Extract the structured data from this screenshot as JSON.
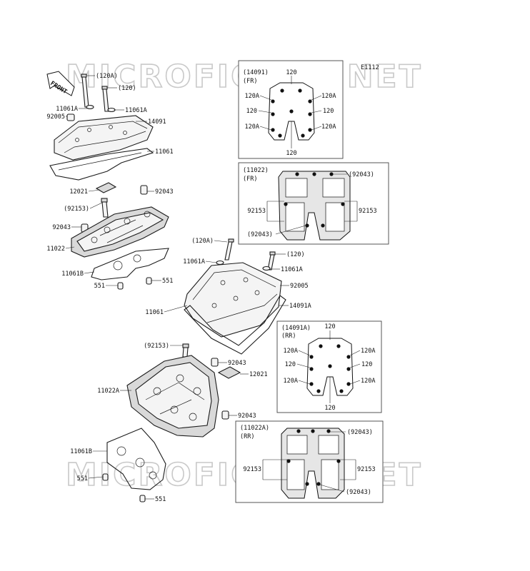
{
  "diagram_code": "E1112",
  "watermark": "MICROFICHES.NET",
  "front_arrow": "FRONT",
  "callouts_main": {
    "c120A_top": "(120A)",
    "c120_top": "(120)",
    "c11061A_l": "11061A",
    "c11061A_r": "11061A",
    "c92005_top": "92005",
    "c14091": "14091",
    "c11061_top": "11061",
    "c12021_top": "12021",
    "c92043_top": "92043",
    "c92153_top": "(92153)",
    "c92043_left": "92043",
    "c11022": "11022",
    "c11061B_top": "11061B",
    "c551_a": "551",
    "c551_b": "551",
    "c120A_mid": "(120A)",
    "c120_mid": "(120)",
    "c11061A_mid_l": "11061A",
    "c11061A_mid_r": "11061A",
    "c92005_mid": "92005",
    "c11061_mid": "11061",
    "c14091A": "14091A",
    "c92153_mid": "(92153)",
    "c92043_mid": "92043",
    "c12021_mid": "12021",
    "c11022A": "11022A",
    "c92043_low": "92043",
    "c11061B_low": "11061B",
    "c551_c": "551",
    "c551_d": "551"
  },
  "inset_cover_fr": {
    "title": "(14091)",
    "sub": "(FR)",
    "top": "120",
    "l1": "120A",
    "r1": "120A",
    "l2": "120",
    "r2": "120",
    "l3": "120A",
    "r3": "120A",
    "bottom": "120"
  },
  "inset_head_fr": {
    "title": "(11022)",
    "sub": "(FR)",
    "tr": "(92043)",
    "l": "92153",
    "r": "92153",
    "bl": "(92043)"
  },
  "inset_cover_rr": {
    "title": "(14091A)",
    "sub": "(RR)",
    "top": "120",
    "l1": "120A",
    "r1": "120A",
    "l2": "120",
    "r2": "120",
    "l3": "120A",
    "r3": "120A",
    "bottom": "120"
  },
  "inset_head_rr": {
    "title": "(11022A)",
    "sub": "(RR)",
    "tr": "(92043)",
    "l": "92153",
    "r": "92153",
    "br": "(92043)"
  }
}
